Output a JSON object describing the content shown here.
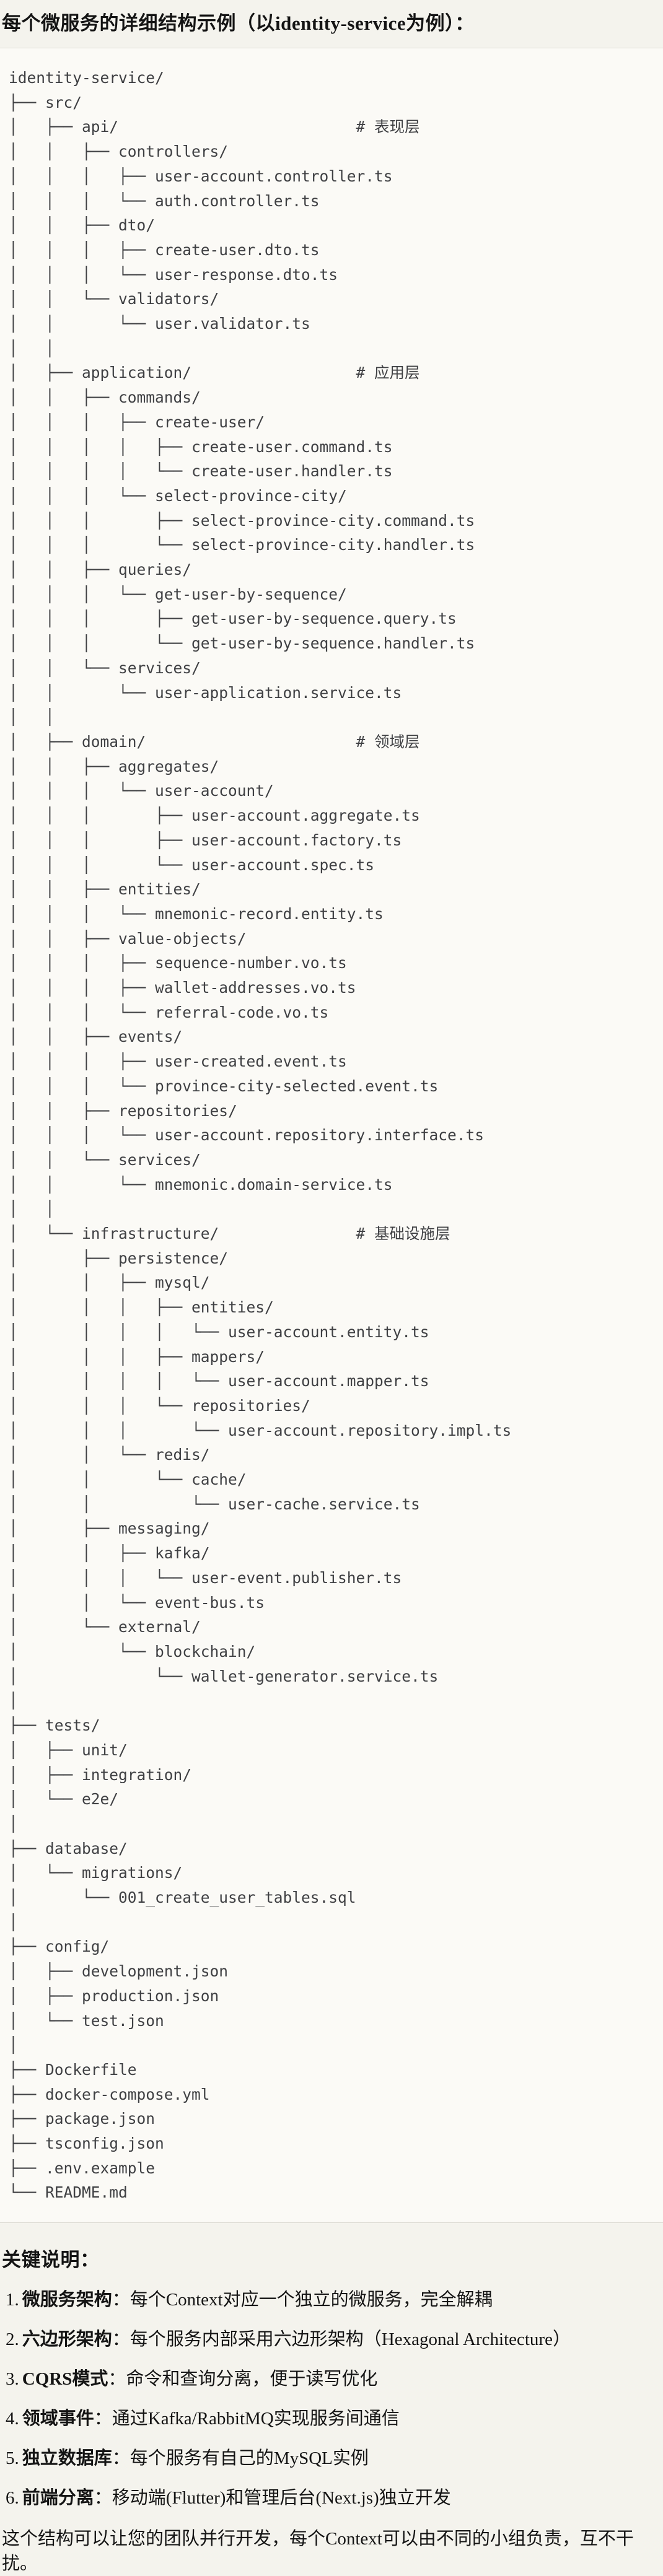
{
  "colors": {
    "page_bg": "#f4f3ed",
    "code_bg": "#fbfaf6",
    "border": "#dcdad2",
    "tree_text": "#3f4043",
    "text": "#141414"
  },
  "header": {
    "title": "每个微服务的详细结构示例（以identity-service为例）："
  },
  "code_block": {
    "tree_lines": [
      "identity-service/",
      "├── src/",
      "│   ├── api/                          # 表现层",
      "│   │   ├── controllers/",
      "│   │   │   ├── user-account.controller.ts",
      "│   │   │   └── auth.controller.ts",
      "│   │   ├── dto/",
      "│   │   │   ├── create-user.dto.ts",
      "│   │   │   └── user-response.dto.ts",
      "│   │   └── validators/",
      "│   │       └── user.validator.ts",
      "│   │",
      "│   ├── application/                  # 应用层",
      "│   │   ├── commands/",
      "│   │   │   ├── create-user/",
      "│   │   │   │   ├── create-user.command.ts",
      "│   │   │   │   └── create-user.handler.ts",
      "│   │   │   └── select-province-city/",
      "│   │   │       ├── select-province-city.command.ts",
      "│   │   │       └── select-province-city.handler.ts",
      "│   │   ├── queries/",
      "│   │   │   └── get-user-by-sequence/",
      "│   │   │       ├── get-user-by-sequence.query.ts",
      "│   │   │       └── get-user-by-sequence.handler.ts",
      "│   │   └── services/",
      "│   │       └── user-application.service.ts",
      "│   │",
      "│   ├── domain/                       # 领域层",
      "│   │   ├── aggregates/",
      "│   │   │   └── user-account/",
      "│   │   │       ├── user-account.aggregate.ts",
      "│   │   │       ├── user-account.factory.ts",
      "│   │   │       └── user-account.spec.ts",
      "│   │   ├── entities/",
      "│   │   │   └── mnemonic-record.entity.ts",
      "│   │   ├── value-objects/",
      "│   │   │   ├── sequence-number.vo.ts",
      "│   │   │   ├── wallet-addresses.vo.ts",
      "│   │   │   └── referral-code.vo.ts",
      "│   │   ├── events/",
      "│   │   │   ├── user-created.event.ts",
      "│   │   │   └── province-city-selected.event.ts",
      "│   │   ├── repositories/",
      "│   │   │   └── user-account.repository.interface.ts",
      "│   │   └── services/",
      "│   │       └── mnemonic.domain-service.ts",
      "│   │",
      "│   └── infrastructure/               # 基础设施层",
      "│       ├── persistence/",
      "│       │   ├── mysql/",
      "│       │   │   ├── entities/",
      "│       │   │   │   └── user-account.entity.ts",
      "│       │   │   ├── mappers/",
      "│       │   │   │   └── user-account.mapper.ts",
      "│       │   │   └── repositories/",
      "│       │   │       └── user-account.repository.impl.ts",
      "│       │   └── redis/",
      "│       │       └── cache/",
      "│       │           └── user-cache.service.ts",
      "│       ├── messaging/",
      "│       │   ├── kafka/",
      "│       │   │   └── user-event.publisher.ts",
      "│       │   └── event-bus.ts",
      "│       └── external/",
      "│           └── blockchain/",
      "│               └── wallet-generator.service.ts",
      "│",
      "├── tests/",
      "│   ├── unit/",
      "│   ├── integration/",
      "│   └── e2e/",
      "│",
      "├── database/",
      "│   └── migrations/",
      "│       └── 001_create_user_tables.sql",
      "│",
      "├── config/",
      "│   ├── development.json",
      "│   ├── production.json",
      "│   └── test.json",
      "│",
      "├── Dockerfile",
      "├── docker-compose.yml",
      "├── package.json",
      "├── tsconfig.json",
      "├── .env.example",
      "└── README.md"
    ]
  },
  "notes": {
    "heading": "关键说明：",
    "items": [
      {
        "num": "1.",
        "label": "微服务架构",
        "colon": "：",
        "desc": "每个Context对应一个独立的微服务，完全解耦"
      },
      {
        "num": "2.",
        "label": "六边形架构",
        "colon": "：",
        "desc": "每个服务内部采用六边形架构（Hexagonal Architecture）"
      },
      {
        "num": "3.",
        "label": "CQRS模式",
        "colon": "：",
        "desc": "命令和查询分离，便于读写优化"
      },
      {
        "num": "4.",
        "label": "领域事件",
        "colon": "：",
        "desc": "通过Kafka/RabbitMQ实现服务间通信"
      },
      {
        "num": "5.",
        "label": "独立数据库",
        "colon": "：",
        "desc": "每个服务有自己的MySQL实例"
      },
      {
        "num": "6.",
        "label": "前端分离",
        "colon": "：",
        "desc": "移动端(Flutter)和管理后台(Next.js)独立开发"
      }
    ],
    "footer": "这个结构可以让您的团队并行开发，每个Context可以由不同的小组负责，互不干扰。"
  }
}
